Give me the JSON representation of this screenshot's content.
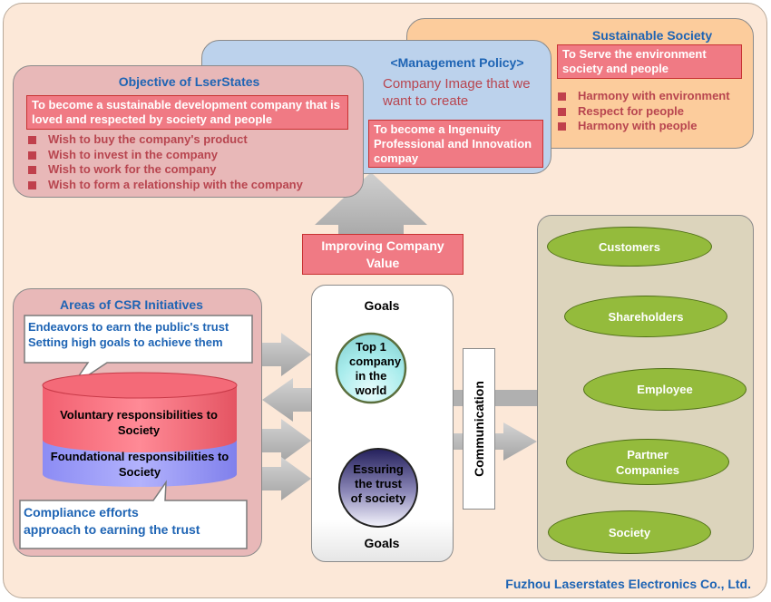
{
  "objective": {
    "title": "Objective of LserStates",
    "headline": "To become a sustainable development company that is loved and respected by society and people",
    "items": [
      "Wish to buy the company's product",
      "Wish to invest in the company",
      "Wish to work for the company",
      "Wish to form a relationship with the company"
    ]
  },
  "management": {
    "title": "<Management Policy>",
    "subtitle": "Company Image that we want to create",
    "headline": "To become a Ingenuity Professional and Innovation compay"
  },
  "sustainable": {
    "title": "Sustainable Society",
    "headline": "To Serve the environment society and people",
    "items": [
      "Harmony with environment",
      "Respect for people",
      "Harmony with people"
    ]
  },
  "improving": {
    "label": "Improving Company Value"
  },
  "csr": {
    "title": "Areas of CSR Initiatives",
    "callout_top": [
      "Endeavors to earn the public's trust",
      "Setting high goals to achieve them"
    ],
    "voluntary": "Voluntary responsibilities to Society",
    "foundational": "Foundational responsibilities to Society",
    "callout_bottom": [
      "Compliance efforts",
      "approach to earning the trust"
    ]
  },
  "goals": {
    "title": "Goals",
    "top": "Top 1 company in the world",
    "bottom": "Essuring the trust of society",
    "footer": "Goals"
  },
  "communication": {
    "label": "Communication"
  },
  "stakeholders": [
    "Customers",
    "Shareholders",
    "Employee",
    "Partner Companies",
    "Society"
  ],
  "footer": {
    "company": "Fuzhou Laserstates Electronics Co., Ltd."
  },
  "colors": {
    "background": "#fce8d8",
    "title_blue": "#1e64b4",
    "red_bar": "#f07a84",
    "bullet_red": "#c0404c",
    "oval_green": "#94bb3c",
    "arrow_gray": "#b4b4b4"
  }
}
